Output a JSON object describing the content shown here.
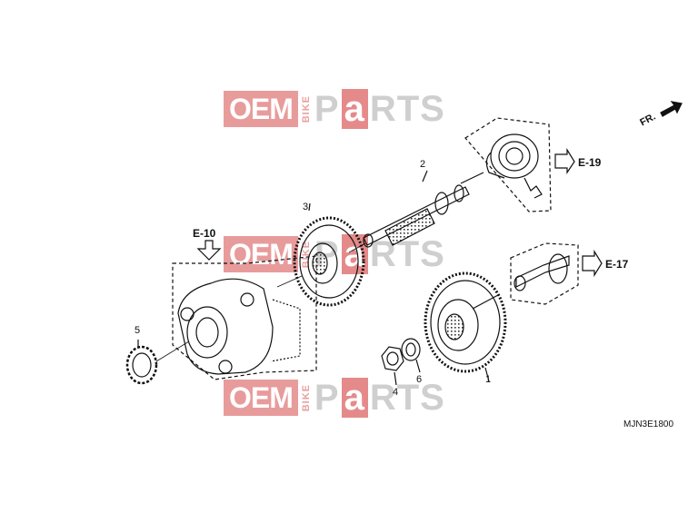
{
  "watermark": {
    "oem": "OEM",
    "bike": "BIKE",
    "parts_p": "P",
    "parts_a": "a",
    "parts_rest": "RTS"
  },
  "direction": {
    "label": "FR."
  },
  "references": {
    "e19": "E-19",
    "e17": "E-17",
    "e10": "E-10"
  },
  "callouts": {
    "c1": "1",
    "c2": "2",
    "c3": "3",
    "c4": "4",
    "c5": "5",
    "c6": "6"
  },
  "diagram_code": "MJN3E1800"
}
